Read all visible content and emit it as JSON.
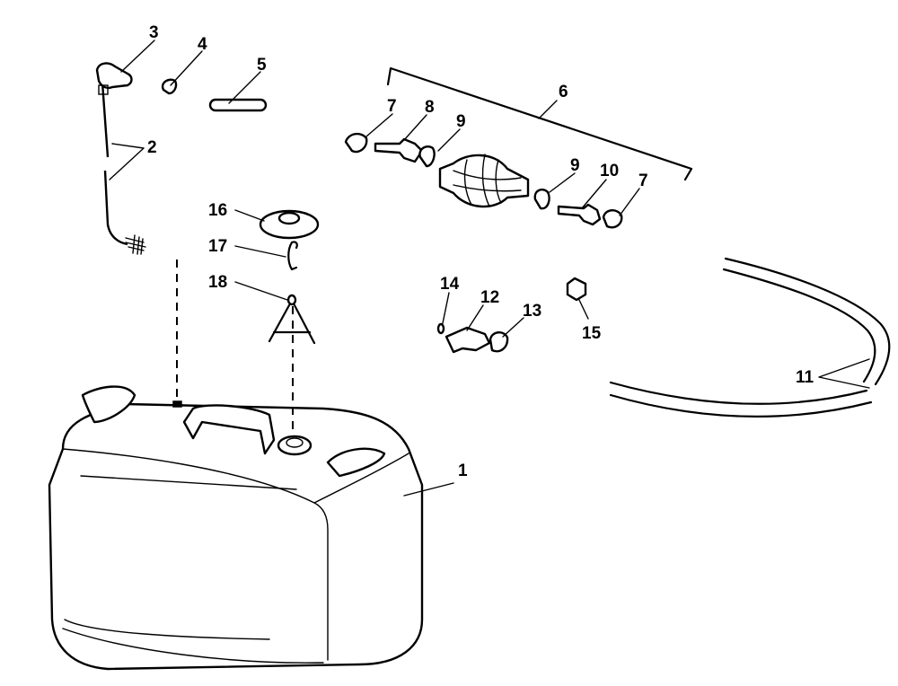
{
  "callouts": {
    "c1": "1",
    "c2": "2",
    "c3": "3",
    "c4": "4",
    "c5": "5",
    "c6": "6",
    "c7a": "7",
    "c7b": "7",
    "c8": "8",
    "c9a": "9",
    "c9b": "9",
    "c10": "10",
    "c11": "11",
    "c12": "12",
    "c13": "13",
    "c14": "14",
    "c15": "15",
    "c16": "16",
    "c17": "17",
    "c18": "18"
  }
}
